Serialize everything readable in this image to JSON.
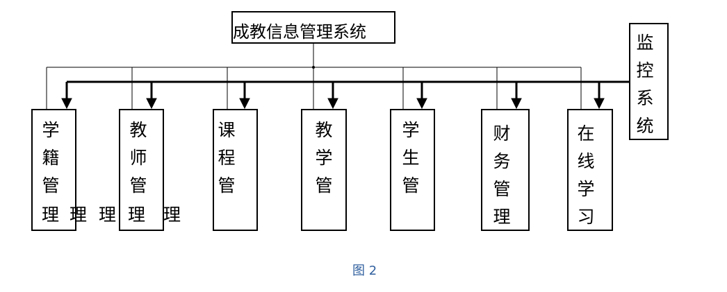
{
  "diagram": {
    "root": "成教信息管理系统",
    "monitor": "监控系统",
    "modules": [
      "学籍管",
      "教师管",
      "课程管",
      "教学管",
      "学生管",
      "财务管理",
      "在线学习"
    ],
    "stray_labels": [
      "理",
      "理",
      "理",
      "理",
      "理"
    ]
  },
  "caption": "图 2"
}
